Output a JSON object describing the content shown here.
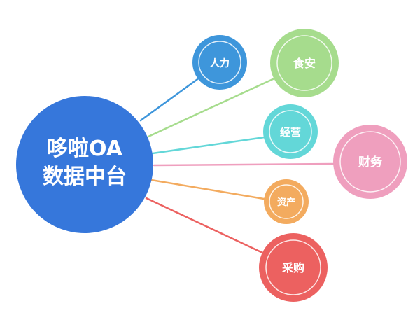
{
  "diagram": {
    "center": {
      "line1": "哆啦OA",
      "line2": "数据中台",
      "color": "#3677db"
    },
    "nodes": [
      {
        "id": "renli",
        "label": "人力",
        "color": "#3e96db"
      },
      {
        "id": "shian",
        "label": "食安",
        "color": "#a6dc8d"
      },
      {
        "id": "jingying",
        "label": "经营",
        "color": "#63d7d8"
      },
      {
        "id": "caiwu",
        "label": "财务",
        "color": "#ef9fbe"
      },
      {
        "id": "zichan",
        "label": "资产",
        "color": "#f3ab5f"
      },
      {
        "id": "caigou",
        "label": "采购",
        "color": "#ec6160"
      }
    ]
  }
}
